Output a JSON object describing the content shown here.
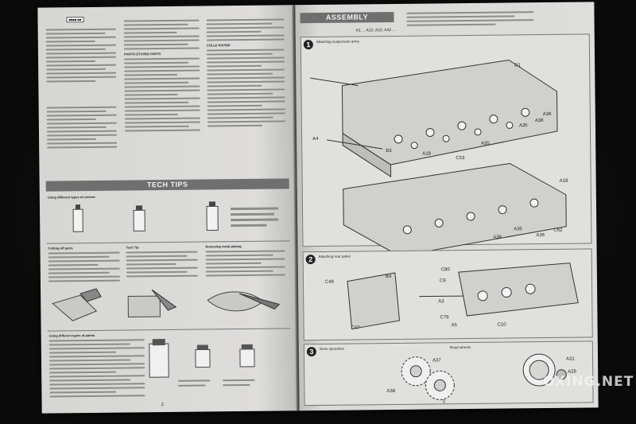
{
  "assembly_title": "ASSEMBLY",
  "tech_tips_title": "TECH TIPS",
  "parts_used_label": "A1 ... A12, A22, A32 ...",
  "page_numbers": {
    "left": "2",
    "right": "3"
  },
  "steps": [
    {
      "number": "1",
      "labels_en": [
        "Attaching suspension arms"
      ]
    },
    {
      "number": "2",
      "labels_en": [
        "Attaching rear panel"
      ]
    },
    {
      "number": "3",
      "labels_en": [
        "Drive sprockets",
        "Road wheels"
      ]
    }
  ],
  "part_labels": {
    "step1": [
      "D1",
      "A4",
      "B3",
      "A18",
      "C53",
      "A35",
      "A36",
      "A35",
      "A36",
      "A18",
      "C62",
      "A35",
      "A36",
      "A36"
    ],
    "step2": [
      "C46",
      "B4",
      "C80",
      "C9",
      "A3",
      "C79",
      "A5",
      "C10",
      "C47"
    ],
    "step3": [
      "A37",
      "A38",
      "A31",
      "A29"
    ]
  },
  "tips_subsections": [
    "Using different types of cement",
    "Cutting off parts",
    "Tech Tip",
    "Removing metal plating",
    "Using different types of paints"
  ],
  "left_headings": [
    "PHOTO-ETCHED PARTS",
    "COLLE RAPIDE",
    "INSTANT CEMENT"
  ],
  "watermark": "OXING.NET",
  "colors": {
    "page": "#dcdcd9",
    "bar": "#6f6f6f",
    "background": "#0b0b0b"
  }
}
